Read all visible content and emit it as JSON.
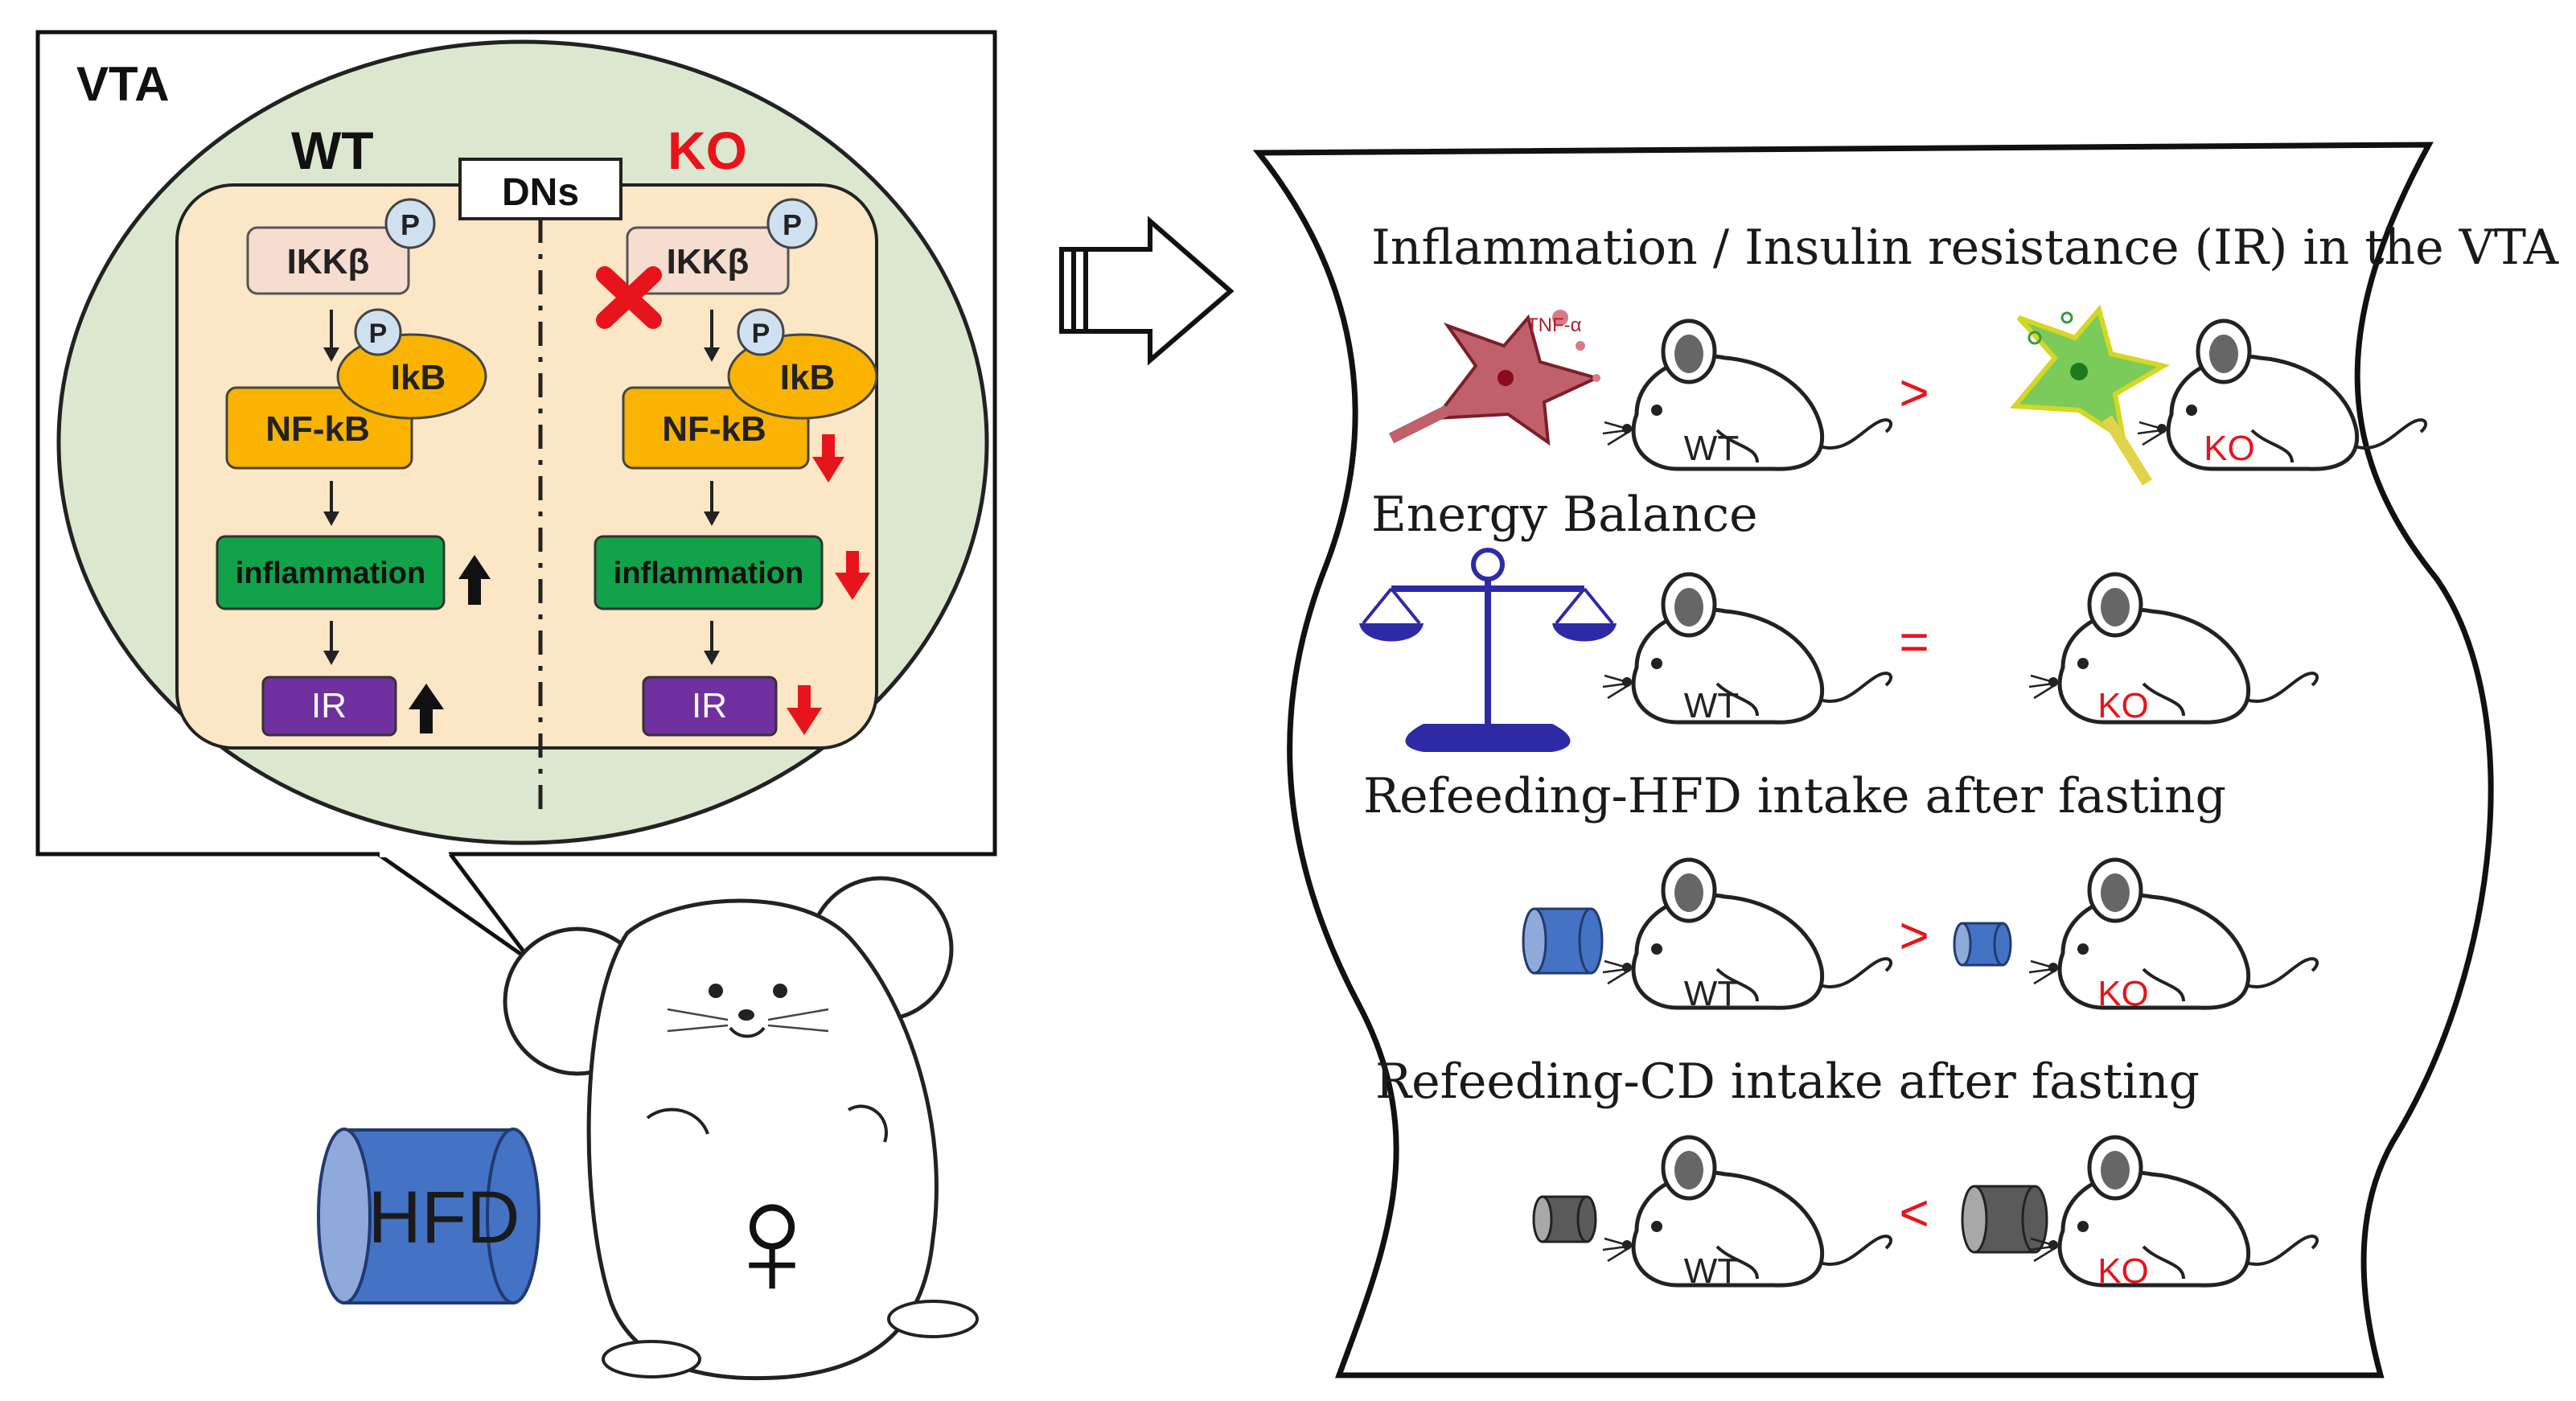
{
  "left_panel": {
    "region_label": "VTA",
    "wt_label": "WT",
    "ko_label": "KO",
    "center_label": "DNs",
    "phospho_label": "P",
    "ikkb_label": "IKKβ",
    "ikb_label": "IkB",
    "nfkb_label": "NF-kB",
    "inflammation_label": "inflammation",
    "ir_label": "IR",
    "hfd_label": "HFD",
    "female_symbol": "♀"
  },
  "right_panel": {
    "section1": {
      "title": "Inflammation / Insulin resistance (IR) in the VTA",
      "tnf_label": "TNF-α",
      "wt": "WT",
      "ko": "KO",
      "comparator": ">"
    },
    "section2": {
      "title": "Energy Balance",
      "wt": "WT",
      "ko": "KO",
      "comparator": "="
    },
    "section3": {
      "title": "Refeeding-HFD intake after fasting",
      "wt": "WT",
      "ko": "KO",
      "comparator": ">"
    },
    "section4": {
      "title": "Refeeding-CD intake after fasting",
      "wt": "WT",
      "ko": "KO",
      "comparator": "<"
    }
  },
  "colors": {
    "ko_red": "#e8141b",
    "ikkb_fill": "#f6ddd0",
    "yellow": "#f9b300",
    "green": "#12a24a",
    "purple": "#7030a0",
    "cell_bg": "#fbe6c6",
    "circle_bg": "#dbe8cf",
    "hfd_blue": "#4472c4",
    "cd_gray": "#5a5a5a",
    "scale_blue": "#2e2aa6"
  }
}
